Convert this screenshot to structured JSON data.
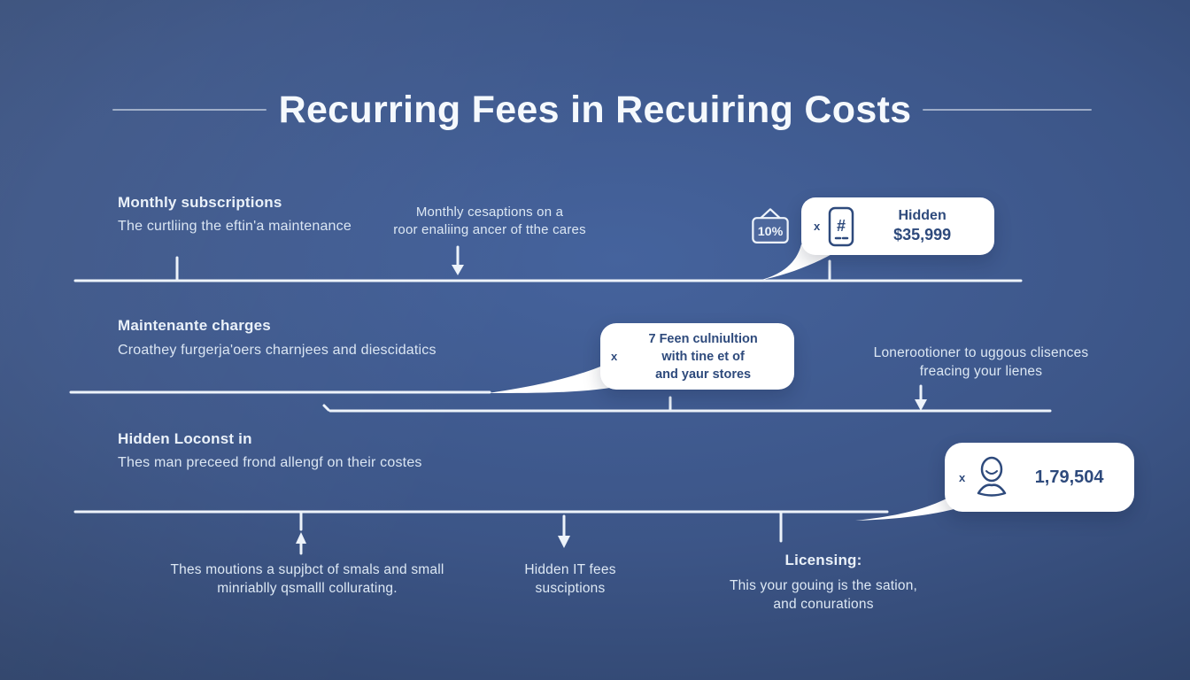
{
  "title": "Recurring Fees in Recuiring Costs",
  "sections": {
    "row1": {
      "heading": "Monthly subscriptions",
      "subheading": "The curtliing the eftin'a maintenance",
      "note": {
        "line1": "Monthly cesaptions on a",
        "line2": "roor enaliing ancer of tthe cares"
      },
      "discount_tag": "10%",
      "callout": {
        "multiplier": "x",
        "icon": "phone-hash-icon",
        "label": "Hidden",
        "amount": "$35,999"
      }
    },
    "row2": {
      "heading": "Maintenante charges",
      "subheading": "Croathey furgerja'oers charnjees and diescidatics",
      "callout": {
        "multiplier": "x",
        "line1": "7 Feen culniultion",
        "line2": "with tine et of",
        "line3": "and yaur stores"
      },
      "note": {
        "line1": "Lonerootioner to uggous clisences",
        "line2": "freacing your lienes"
      }
    },
    "row3": {
      "heading": "Hidden Loconst in",
      "subheading": "Thes man preceed frond allengf on their costes",
      "callout": {
        "multiplier": "x",
        "icon": "person-icon",
        "amount": "1,79,504"
      }
    },
    "footer": {
      "left": {
        "line1": "Thes moutions a supjbct of smals and small",
        "line2": "minriablly qsmalll collurating."
      },
      "middle": {
        "line1": "Hidden IT fees",
        "line2": "susciptions"
      },
      "right": {
        "heading": "Licensing:",
        "line1": "This your gouing is the sation,",
        "line2": "and conurations"
      }
    }
  },
  "colors": {
    "background_center": "#45639d",
    "background_edge": "#263a5c",
    "line": "#edf3fa",
    "text_light": "#e4edf8",
    "bubble_background": "#ffffff",
    "bubble_text": "#2e4a7c"
  }
}
